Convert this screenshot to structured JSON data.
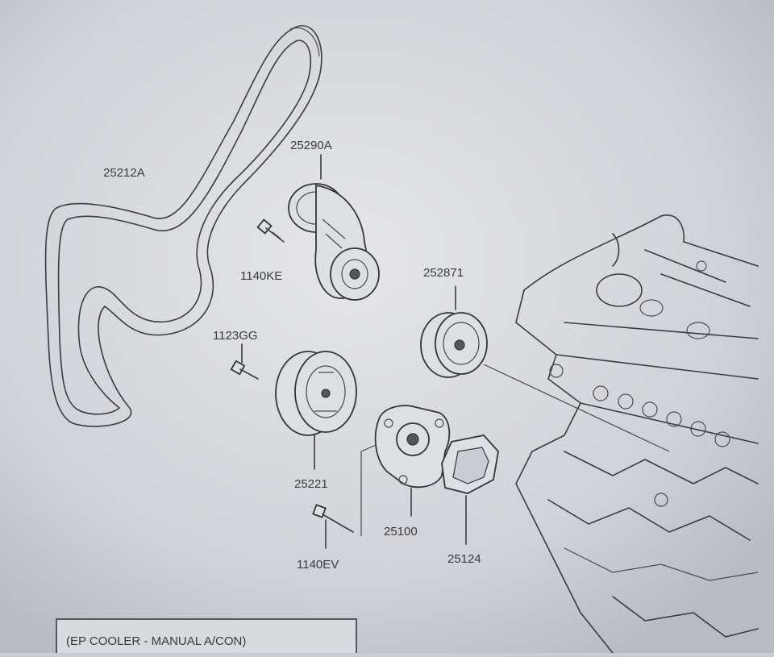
{
  "diagram": {
    "parts": {
      "belt": "25212A",
      "tensioner": "25290A",
      "tensioner_bolt": "1140KE",
      "idler_pulley": "252871",
      "pulley_bolt": "1123GG",
      "water_pump_pulley": "25221",
      "water_pump": "25100",
      "gasket": "25124",
      "pump_bolt": "1140EV"
    },
    "caption": "(EP COOLER - MANUAL A/CON)"
  },
  "colors": {
    "background": "#c9ccd2",
    "line": "#3b3b42"
  }
}
